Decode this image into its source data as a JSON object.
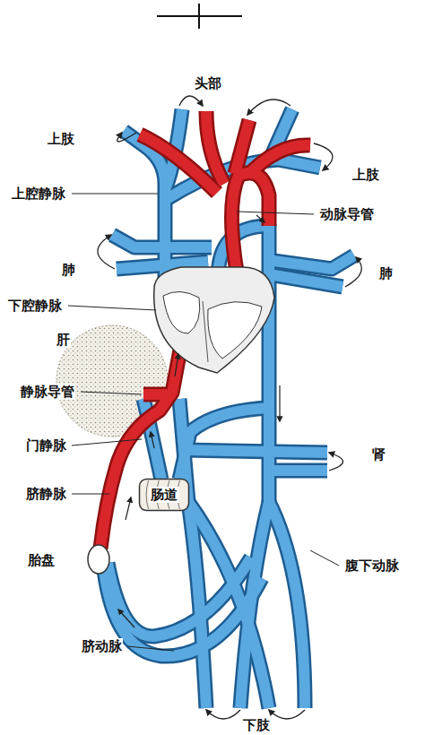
{
  "diagram": {
    "nodes": [
      {
        "text": [
          "肠道"
        ]
      }
    ],
    "labels": [
      "头部",
      "上肢",
      "上肢",
      "上腔静脉",
      "动脉导管",
      "肺",
      "肺",
      "下腔静脉",
      "肝",
      "静脉导管",
      "门静脉",
      "肾",
      "脐静脉",
      "胎盘",
      "腹下动脉",
      "脐动脉",
      "下肢"
    ]
  }
}
